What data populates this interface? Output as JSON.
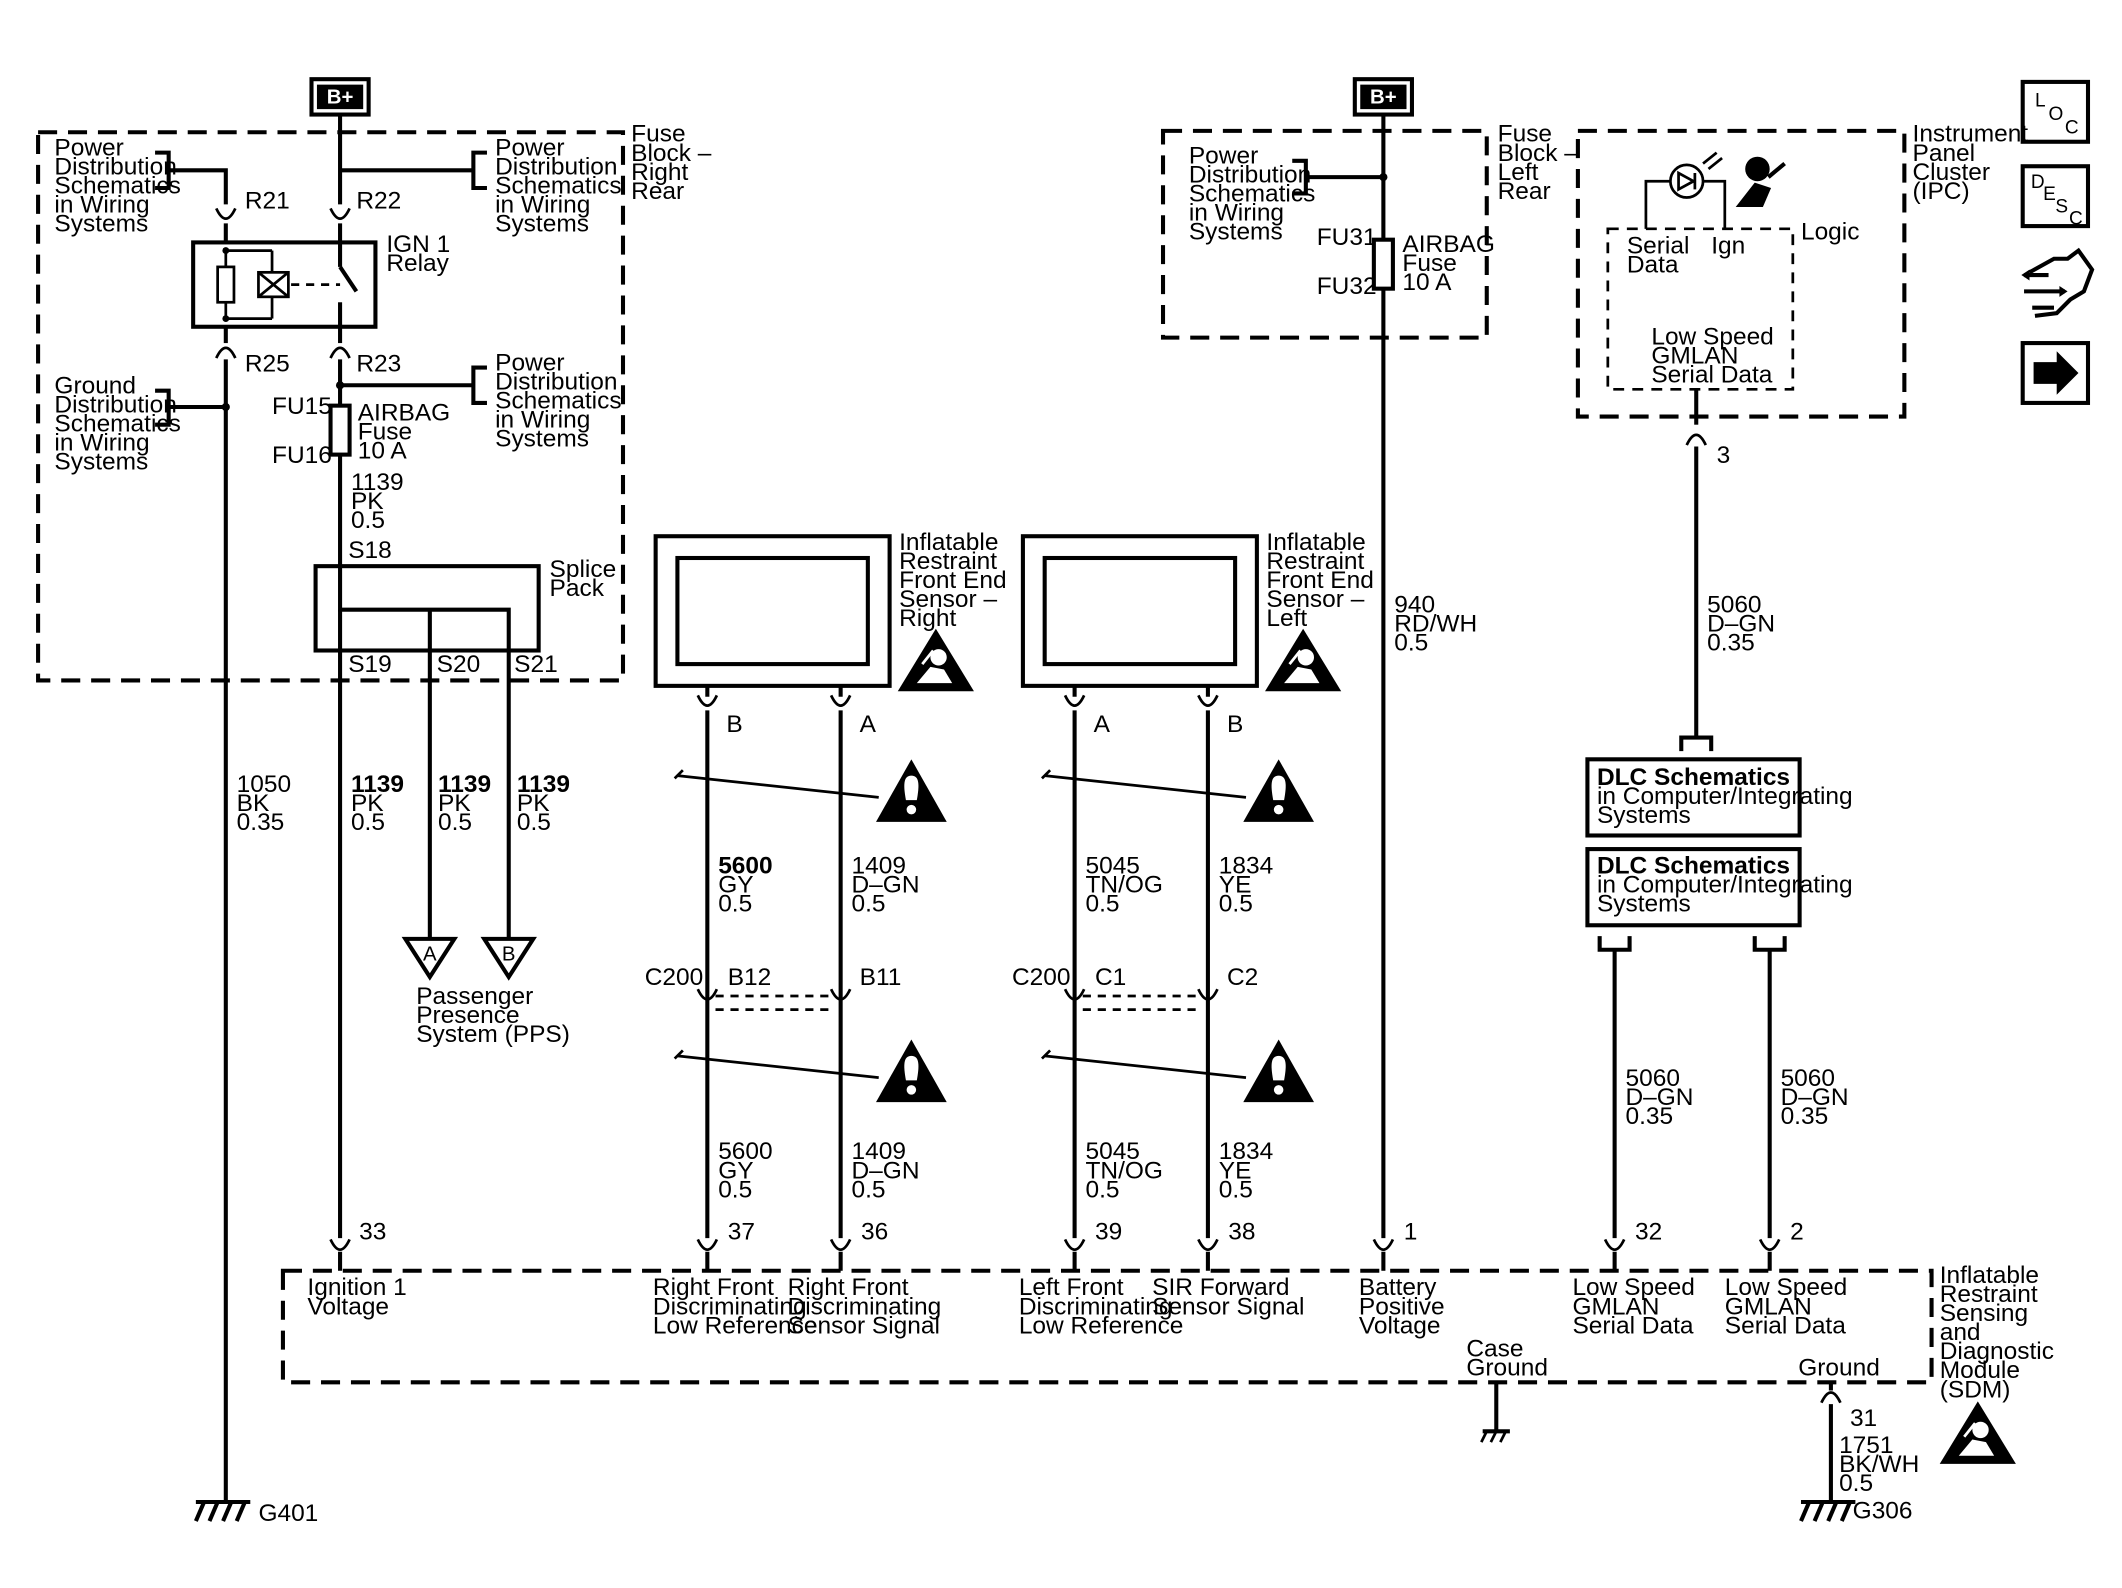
{
  "bplus": "B+",
  "power_dist": [
    "Power",
    "Distribution",
    "Schematics",
    "in Wiring",
    "Systems"
  ],
  "ground_dist": [
    "Ground",
    "Distribution",
    "Schematics",
    "in Wiring",
    "Systems"
  ],
  "fuse_block_rr": [
    "Fuse",
    "Block –",
    "Right",
    "Rear"
  ],
  "fuse_block_lr": [
    "Fuse",
    "Block –",
    "Left",
    "Rear"
  ],
  "relay": [
    "IGN 1",
    "Relay"
  ],
  "airbag_fuse": [
    "AIRBAG",
    "Fuse",
    "10 A"
  ],
  "pins": {
    "r21": "R21",
    "r22": "R22",
    "r25": "R25",
    "r23": "R23",
    "fu15": "FU15",
    "fu16": "FU16",
    "fu31": "FU31",
    "fu32": "FU32",
    "s18": "S18",
    "s19": "S19",
    "s20": "S20",
    "s21": "S21",
    "b": "B",
    "a": "A",
    "b12": "B12",
    "b11": "B11",
    "c1": "C1",
    "c2": "C2",
    "c200": "C200",
    "p3": "3",
    "p33": "33",
    "p37": "37",
    "p36": "36",
    "p39": "39",
    "p38": "38",
    "p1": "1",
    "p32": "32",
    "p2": "2",
    "p31": "31"
  },
  "splice_pack": [
    "Splice",
    "Pack"
  ],
  "wires": {
    "w1139_top": [
      "1139",
      "PK",
      "0.5"
    ],
    "w1050": [
      "1050",
      "BK",
      "0.35"
    ],
    "w1139": [
      "1139",
      "PK",
      "0.5"
    ],
    "w5600": [
      "5600",
      "GY",
      "0.5"
    ],
    "w1409": [
      "1409",
      "D–GN",
      "0.5"
    ],
    "w5045": [
      "5045",
      "TN/OG",
      "0.5"
    ],
    "w1834": [
      "1834",
      "YE",
      "0.5"
    ],
    "w940": [
      "940",
      "RD/WH",
      "0.5"
    ],
    "w5060_a": [
      "5060",
      "D–GN",
      "0.35"
    ],
    "w5060_b": [
      "5060",
      "D–GN",
      "0.35"
    ],
    "w1751": [
      "1751",
      "BK/WH",
      "0.5"
    ]
  },
  "pps": [
    "Passenger",
    "Presence",
    "System (PPS)"
  ],
  "sensor_right": [
    "Inflatable",
    "Restraint",
    "Front End",
    "Sensor –",
    "Right"
  ],
  "sensor_left": [
    "Inflatable",
    "Restraint",
    "Front End",
    "Sensor –",
    "Left"
  ],
  "ipc": {
    "title": [
      "Instrument",
      "Panel",
      "Cluster",
      "(IPC)"
    ],
    "serial": [
      "Serial",
      "Data"
    ],
    "ign": "Ign",
    "logic": "Logic",
    "gmlan": [
      "Low Speed",
      "GMLAN",
      "Serial Data"
    ]
  },
  "dlc": [
    "DLC Schematics",
    "in Computer/Integrating",
    "Systems"
  ],
  "sdm": {
    "title": [
      "Inflatable",
      "Restraint",
      "Sensing",
      "and",
      "Diagnostic",
      "Module",
      "(SDM)"
    ],
    "ign1": [
      "Ignition 1",
      "Voltage"
    ],
    "rf_low": [
      "Right Front",
      "Discriminating",
      "Low Reference"
    ],
    "rf_sig": [
      "Right Front",
      "Discriminating",
      "Sensor Signal"
    ],
    "lf_low": [
      "Left Front",
      "Discriminating",
      "Low Reference"
    ],
    "sir": [
      "SIR Forward",
      "Sensor Signal"
    ],
    "batt": [
      "Battery",
      "Positive",
      "Voltage"
    ],
    "gm1": [
      "Low Speed",
      "GMLAN",
      "Serial Data"
    ],
    "gm2": [
      "Low Speed",
      "GMLAN",
      "Serial Data"
    ],
    "case_ground": [
      "Case",
      "Ground"
    ],
    "ground": "Ground"
  },
  "grounds": {
    "g401": "G401",
    "g306": "G306"
  },
  "nav": {
    "loc": [
      "L",
      "O",
      "C"
    ],
    "desc": [
      "D",
      "E",
      "S",
      "C"
    ]
  }
}
